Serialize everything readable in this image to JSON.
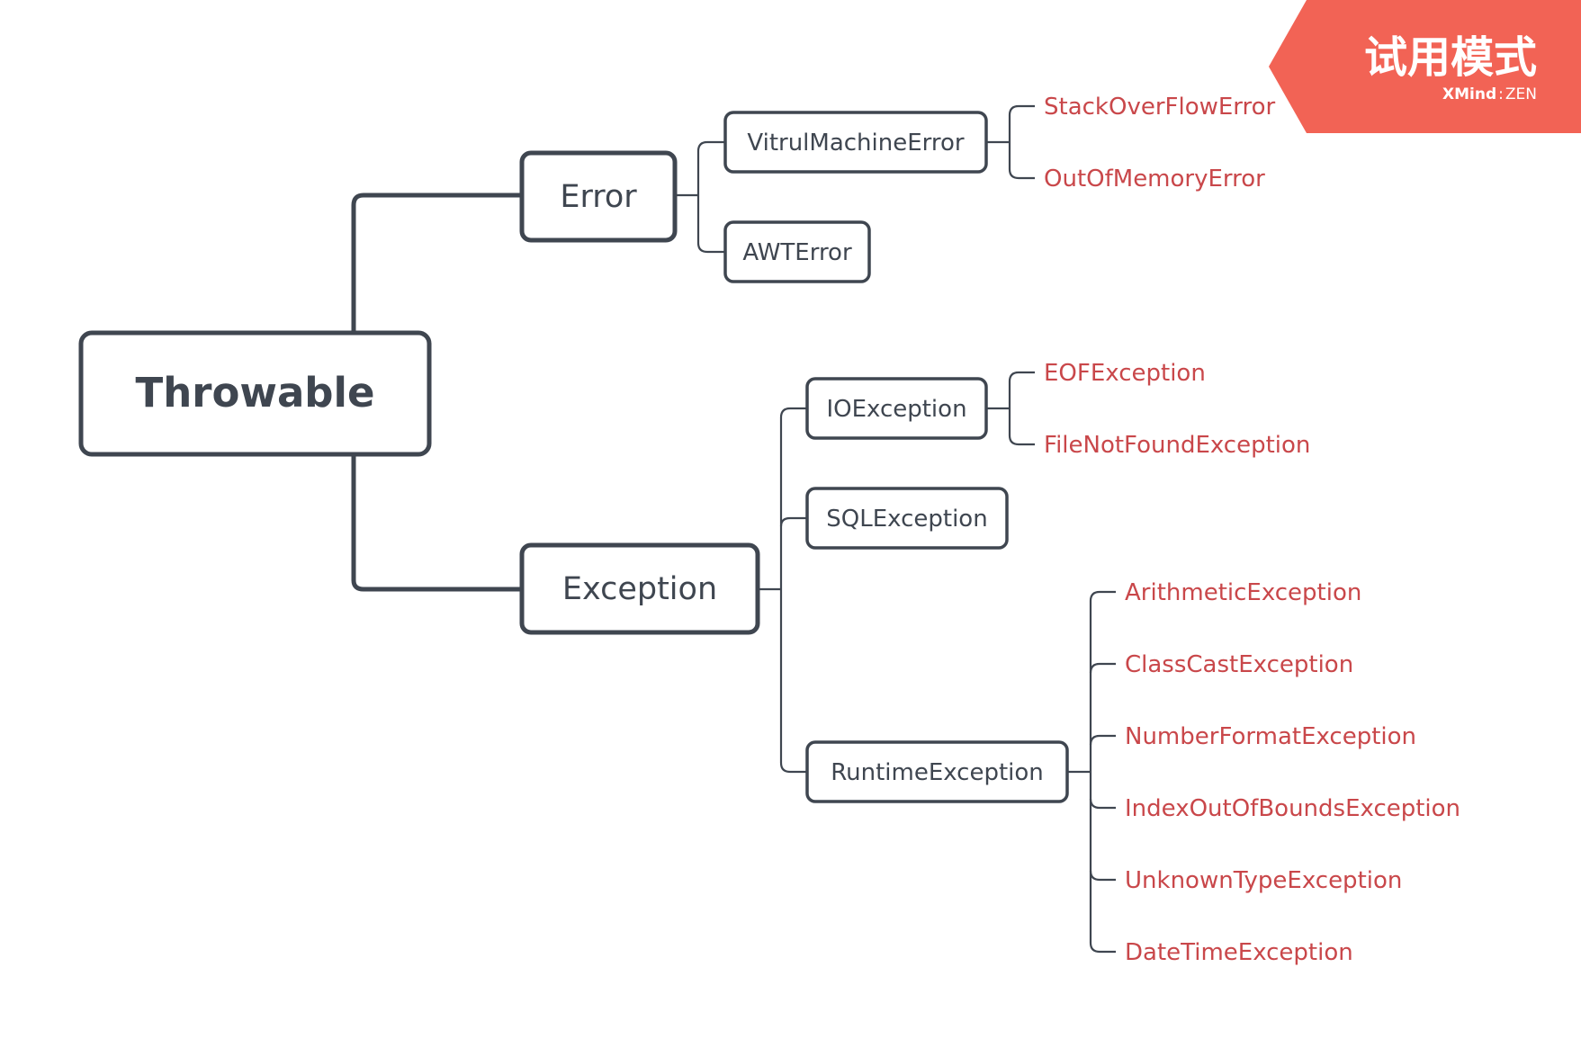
{
  "diagram": {
    "root": "Throwable",
    "branches": {
      "error": {
        "label": "Error",
        "children": {
          "vm_error": {
            "label": "VitrulMachineError",
            "children": [
              "StackOverFlowError",
              "OutOfMemoryError"
            ]
          },
          "awt_error": {
            "label": "AWTError"
          }
        }
      },
      "exception": {
        "label": "Exception",
        "children": {
          "io_exception": {
            "label": "IOException",
            "children": [
              "EOFException",
              "FileNotFoundException"
            ]
          },
          "sql_exception": {
            "label": "SQLException"
          },
          "runtime_exception": {
            "label": "RuntimeException",
            "children": [
              "ArithmeticException",
              "ClassCastException",
              "NumberFormatException",
              "IndexOutOfBoundsException",
              "UnknownTypeException",
              "DateTimeException"
            ]
          }
        }
      }
    }
  },
  "colors": {
    "node_stroke": "#3f4650",
    "node_text": "#3f4650",
    "leaf_text": "#c9474a",
    "badge": "#f26355"
  },
  "watermark": {
    "title": "试用模式",
    "brand": "XMind",
    "separator": ":",
    "edition": "ZEN"
  }
}
